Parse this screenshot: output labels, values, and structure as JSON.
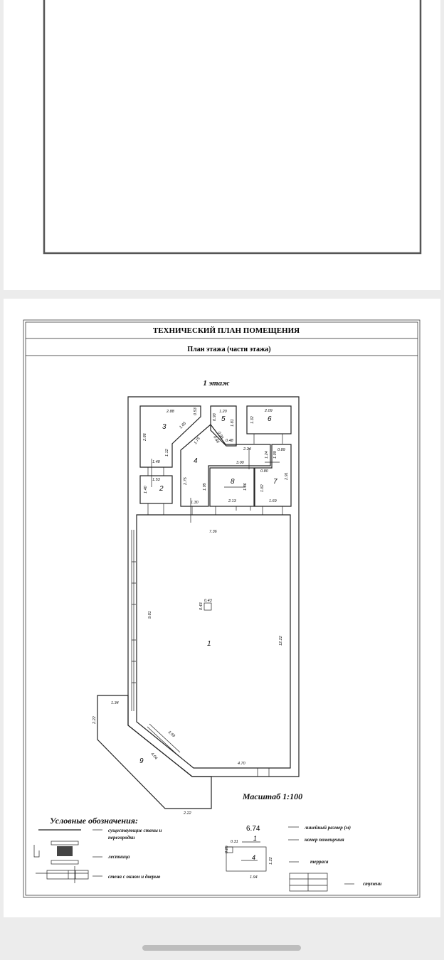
{
  "document": {
    "title": "ТЕХНИЧЕСКИЙ ПЛАН ПОМЕЩЕНИЯ",
    "subtitle": "План этажа (части этажа)",
    "floor": "1 этаж",
    "scale": "Масштаб 1:100",
    "rooms": [
      "1",
      "2",
      "3",
      "4",
      "5",
      "6",
      "7",
      "8",
      "9"
    ],
    "dimensions": {
      "r3_top": "2.88",
      "r3_c": "0.53",
      "r3_side": "2.86",
      "r3_diag": "1.65",
      "r3_w": "1.12",
      "r3_b": "1.48",
      "r2_top": "1.53",
      "r2_side": "1.40",
      "r5_top": "1.20",
      "r5_l": "0.93",
      "r5_r": "1.81",
      "r5_d1": "0.86",
      "r5_d2": "0.96",
      "r5_b": "0.48",
      "r6_top": "2.09",
      "r6_l": "1.32",
      "r4_diag": "1.75",
      "r4_l": "2.75",
      "r4_top": "2.24",
      "r4_len": "3.00",
      "r4_b": "1.30",
      "r4_m": "1.95",
      "r4_s": "1.24",
      "r7_top": "0.89",
      "r7_s": "1.09",
      "r7_a": "0.80",
      "r7_l": "1.82",
      "r7_r": "2.91",
      "r7_b": "1.69",
      "r8_r": "1.86",
      "r8_b": "2.13",
      "r1_top": "7.36",
      "r1_l": "9.81",
      "r1_r": "12.22",
      "r1_col_w": "0.43",
      "r1_col_h": "0.43",
      "r1_diag": "3.59",
      "r1_b": "4.70",
      "r9_top": "1.34",
      "r9_l": "2.22",
      "r9_diag": "4.04",
      "r9_b": "2.22"
    }
  },
  "legend": {
    "title": "Условные обозначения:",
    "walls": "существующие стены и",
    "walls2": "перегородки",
    "stairs": "лестница",
    "window_door": "стена с окном и дверью",
    "linear": "линейный размер (м)",
    "room_number": "номер помещения",
    "terrace": "терраса",
    "steps": "ступени",
    "sample_dim": "6.74",
    "sample_num": "1",
    "sample_room": "4",
    "sample_a": "0.31",
    "sample_b": "0.25",
    "sample_c": "1.22",
    "sample_d": "1.94"
  }
}
